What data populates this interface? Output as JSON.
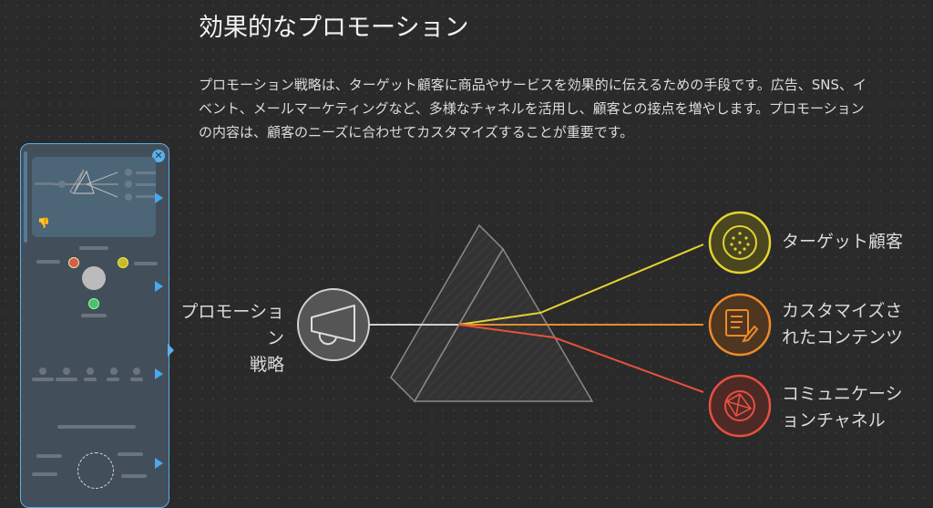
{
  "title": "効果的なプロモーション",
  "description": "プロモーション戦略は、ターゲット顧客に商品やサービスを効果的に伝えるための手段です。広告、SNS、イベント、メールマーケティングなど、多様なチャネルを活用し、顧客との接点を増やします。プロモーションの内容は、顧客のニーズに合わせてカスタマイズすることが重要です。",
  "diagram": {
    "source": {
      "label_line1": "プロモーション",
      "label_line2": "戦略",
      "icon": "megaphone-icon"
    },
    "outputs": [
      {
        "line1": "ターゲット顧客",
        "line2": "",
        "color": "#e3d232",
        "icon": "target-dots-icon"
      },
      {
        "line1": "カスタマイズさ",
        "line2": "れたコンテンツ",
        "color": "#ee8a2a",
        "icon": "document-pencil-icon"
      },
      {
        "line1": "コミュニケーシ",
        "line2": "ョンチャネル",
        "color": "#e8503e",
        "icon": "globe-network-icon"
      }
    ]
  },
  "panel": {
    "accent": "#5ab0ec"
  }
}
